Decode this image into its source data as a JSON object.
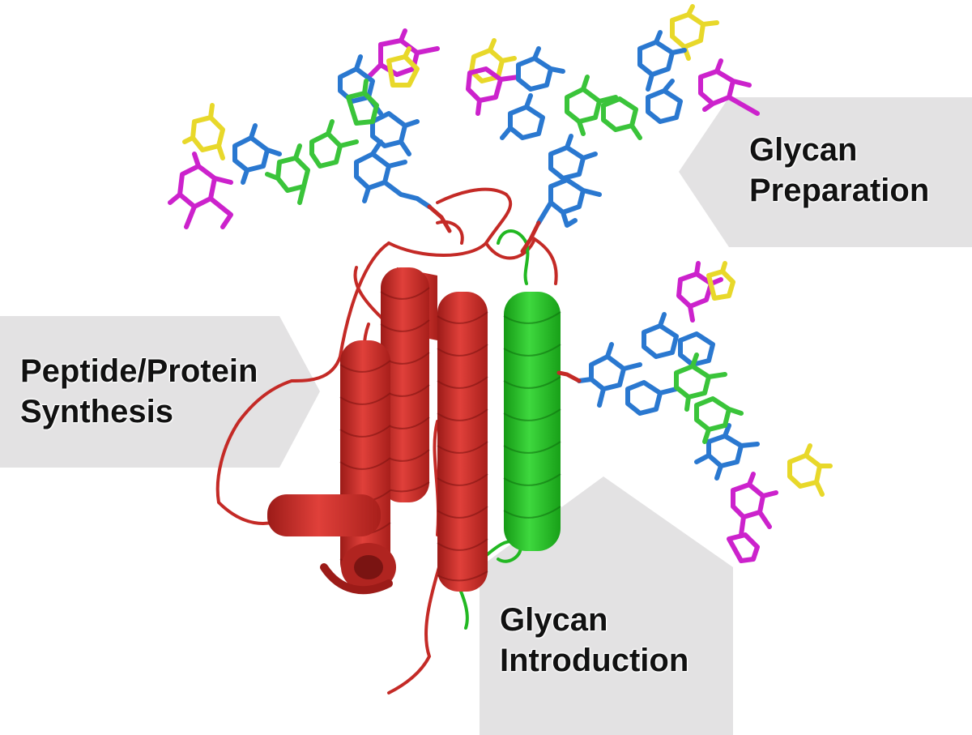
{
  "labels": {
    "glycan_preparation": [
      "Glycan",
      "Preparation"
    ],
    "peptide_synthesis": [
      "Peptide/Protein",
      "Synthesis"
    ],
    "glycan_introduction": [
      "Glycan",
      "Introduction"
    ]
  },
  "colors": {
    "arrow_fill": "#e3e2e3",
    "protein_main": "#d9322e",
    "protein_dark": "#a61e1b",
    "protein_segment": "#27c227",
    "glycan_blue": "#2a78d0",
    "glycan_green": "#3ac43a",
    "glycan_magenta": "#cc22cc",
    "glycan_yellow": "#e8d82a"
  }
}
